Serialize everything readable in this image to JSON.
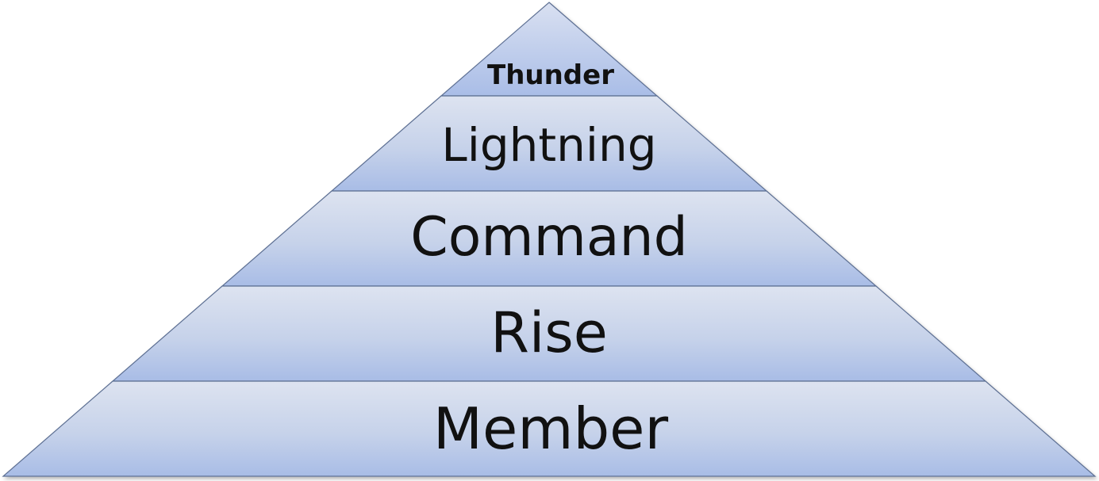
{
  "diagram": {
    "type": "pyramid",
    "tiers": [
      {
        "label": "Thunder"
      },
      {
        "label": "Lightning"
      },
      {
        "label": "Command"
      },
      {
        "label": "Rise"
      },
      {
        "label": "Member"
      }
    ],
    "colors": {
      "fill_top": "#c9d5ee",
      "fill_bottom": "#a9bde6",
      "fill_light": "#d7ddea",
      "outline": "#5d6f93",
      "text": "#111111"
    }
  }
}
